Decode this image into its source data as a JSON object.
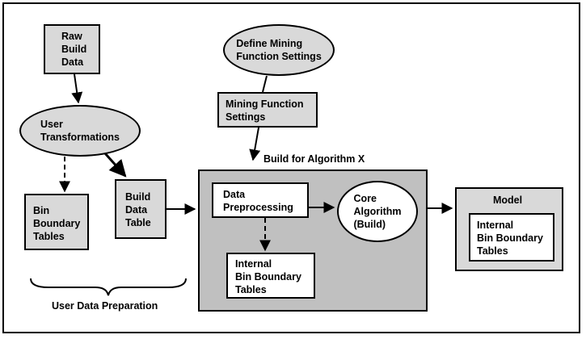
{
  "nodes": {
    "raw_build_data": "Raw\nBuild\nData",
    "user_transformations": "User\nTransformations",
    "bin_boundary_tables": "Bin\nBoundary\nTables",
    "build_data_table": "Build\nData\nTable",
    "define_mining_function_settings": "Define Mining\nFunction Settings",
    "mining_function_settings": "Mining Function\nSettings",
    "build_for_algorithm_x": "Build for Algorithm X",
    "data_preprocessing": "Data\nPreprocessing",
    "core_algorithm": "Core\nAlgorithm\n(Build)",
    "internal_bin_boundary_tables": "Internal\nBin Boundary\nTables",
    "model": "Model",
    "model_internal_bin_boundary_tables": "Internal\nBin Boundary\nTables",
    "user_data_preparation": "User Data Preparation"
  }
}
